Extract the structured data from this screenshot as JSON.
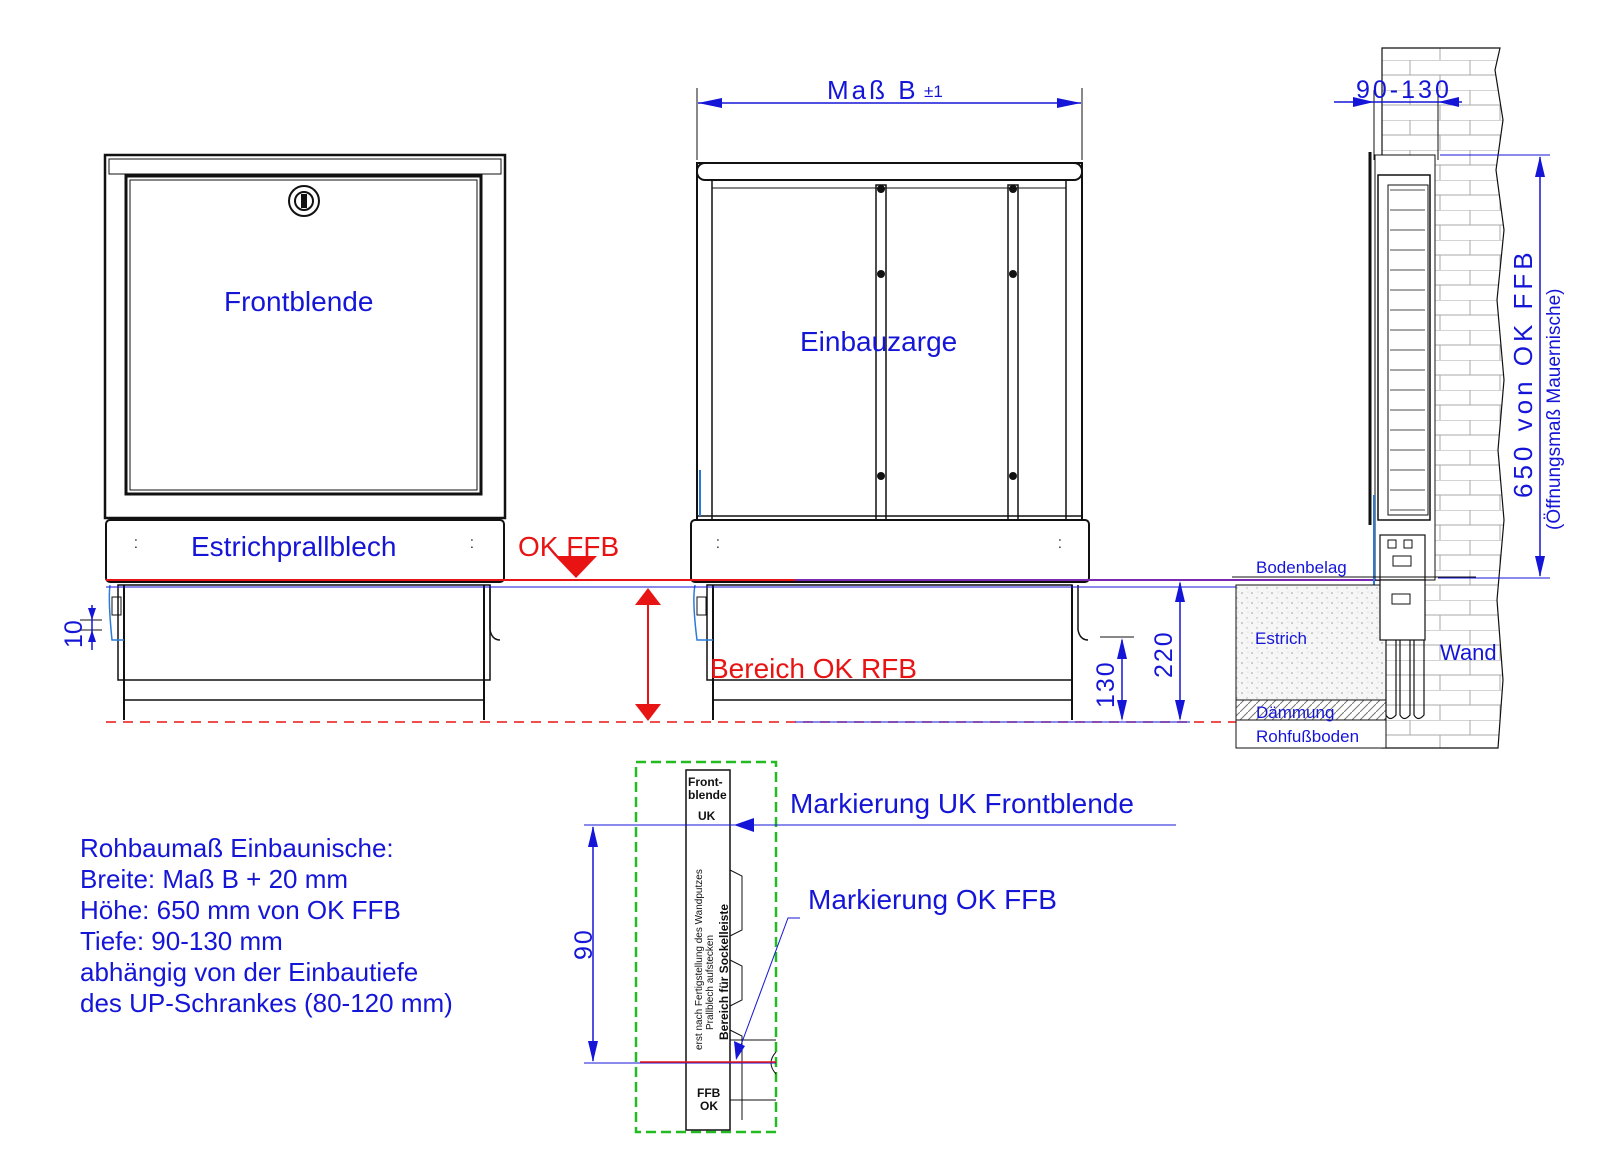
{
  "labels": {
    "frontblende": "Frontblende",
    "einbauzarge": "Einbauzarge",
    "estrichprallblech": "Estrichprallblech",
    "ok_ffb": "OK FFB",
    "bereich_ok_rfb": "Bereich OK RFB",
    "mass_b": "Maß B",
    "mass_b_tol": "±1",
    "depth": "90-130",
    "height_650": "650 von OK FFB",
    "height_650_sub": "(Öffnungsmaß Mauernische)",
    "bodenbelag": "Bodenbelag",
    "estrich": "Estrich",
    "wand": "Wand",
    "daemmung": "Dämmung",
    "rohfussboden": "Rohfußboden",
    "dim_10": "10",
    "dim_130": "130",
    "dim_220": "220",
    "dim_90": "90",
    "markierung_uk": "Markierung UK Frontblende",
    "markierung_ok": "Markierung OK FFB"
  },
  "detail": {
    "frontblende": "Front-",
    "frontblende2": "blende",
    "uk": "UK",
    "text1": "erst nach Fertigstellung des Wandputzes",
    "text2": "Prallblech aufstecken",
    "bereich": "Bereich für Sockelleiste",
    "ffb": "FFB",
    "ok": "OK"
  },
  "notes": {
    "line1": "Rohbaumaß Einbaunische:",
    "line2": "Breite: Maß B + 20 mm",
    "line3": "Höhe: 650 mm von OK FFB",
    "line4": "Tiefe: 90-130 mm",
    "line5": "abhängig von der Einbautiefe",
    "line6": "des UP-Schrankes (80-120 mm)"
  },
  "colors": {
    "annotation": "#1515d8",
    "reference": "#e81414",
    "outline": "#111111",
    "marker_frame": "#22bb22"
  }
}
